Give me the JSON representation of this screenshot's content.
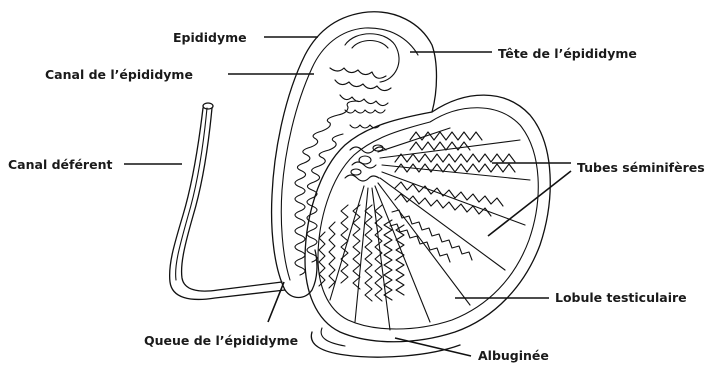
{
  "labels": {
    "epididyme": "Epididyme",
    "canal_epididyme": "Canal de l’épididyme",
    "tete_epididyme": "Tête de l’épididyme",
    "canal_deferent": "Canal déférent",
    "tubes_seminiferes": "Tubes séminifères",
    "lobule_testiculaire": "Lobule testiculaire",
    "queue_epididyme": "Queue de l’épididyme",
    "albuginee": "Albuginée"
  },
  "colors": {
    "line": "#111111",
    "text": "#1a1a1a",
    "background": "#ffffff"
  }
}
